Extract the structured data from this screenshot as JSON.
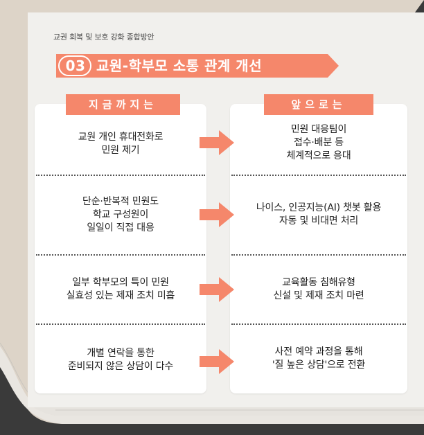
{
  "document": {
    "subtitle": "교권 회복 및 보호 강화 종합방안",
    "section_number": "03",
    "section_title": "교원-학부모 소통 관계 개선"
  },
  "columns": {
    "left_header": "지금까지는",
    "right_header": "앞으로는"
  },
  "rows": [
    {
      "before": "교원 개인 휴대전화로\n민원 제기",
      "after": "민원 대응팀이\n접수·배분 등\n체계적으로 응대"
    },
    {
      "before": "단순·반복적 민원도\n학교 구성원이\n일일이 직접 대응",
      "after": "나이스, 인공지능(AI) 챗봇 활용\n자동 및 비대면 처리"
    },
    {
      "before": "일부 학부모의 특이 민원\n실효성 있는 제재 조치 미흡",
      "after": "교육활동 침해유형\n신설 및 제재 조치 마련"
    },
    {
      "before": "개별 연락을 통한\n준비되지 않은 상담이 다수",
      "after": "사전 예약 과정을 통해\n'질 높은 상담'으로 전환"
    }
  ],
  "colors": {
    "accent": "#f5876b",
    "background": "#ddd4c8",
    "page": "#f1f0ed",
    "book_cover": "#3a3a3a"
  }
}
